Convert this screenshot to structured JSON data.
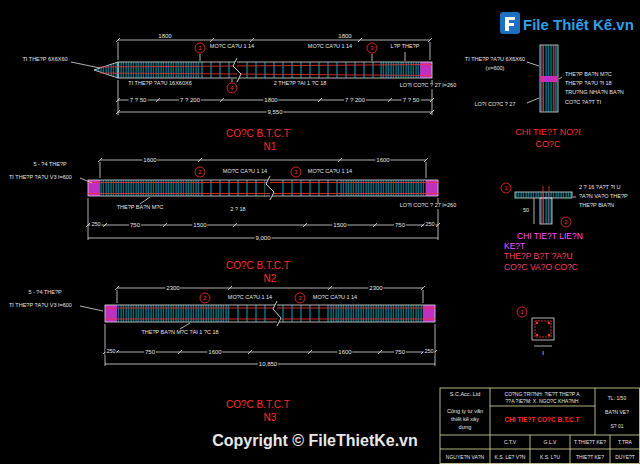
{
  "diagram": {
    "labels": [
      "File Thiết Kế.vn",
      "1800",
      "1800",
      "MO?C CA?U 1 14",
      "MO?C CA?U 1 14",
      "L?P THE?P",
      "TI THE?P 6X6X60",
      "TI THE?P ?A?U 16X60X6",
      "2 THE?P ?AI 1 ?C 18",
      "LO?I CO?C ? 27 I=260",
      "7 ? 50",
      "7 ? 200",
      "1800",
      "7 ? 200",
      "7 ? 50",
      "9,550",
      "CO?C B.T.C.T",
      "N1",
      "1",
      "3",
      "4",
      "1600",
      "1600",
      "5 - ?4 THE?P",
      "TI THE?P ?A?U V3 I=600",
      "MO?C CA?U 1 14",
      "MO?C CA?U 1 14",
      "THE?P BA?N M?C",
      "2 ? 18",
      "LO?I CO?C ? 27 I=260",
      "250",
      "750",
      "1500",
      "1500",
      "750",
      "250",
      "9,000",
      "CO?C B.T.C.T",
      "N2",
      "2",
      "3",
      "2300",
      "2300",
      "5 - ?4 THE?P",
      "TI THE?P ?A?U V3 I=600",
      "MO?C CA?U 1 14",
      "MO?C CA?U 1 14",
      "THE?P BA?N M?C ?AI 1 ?C 18",
      "250",
      "750",
      "1600",
      "1600",
      "750",
      "250",
      "10,850",
      "CO?C B.T.C.T",
      "N3",
      "2",
      "3",
      "TI THE?P ?A?U 6X6X60",
      "(x=600)",
      "THE?P BA?N M?C",
      "THE?P ?A?U ?I 18",
      "TRU?NG NHA?N BA?N",
      "LO?I CO?C ? 27",
      "CO?C ?A?T TI",
      "CHI TIE?T NO?I",
      "CO?C",
      "50",
      "2 ? 16 ?A?T ?I U",
      "?A?N VA?O THE?P",
      "THE?P BIA?N",
      "1",
      "2",
      "CHI TIE?T LIE?N",
      "KE?T",
      "THE?P B?T ?A?U",
      "CO?C VA?O CO?C",
      "1",
      "I",
      "S.C.Acc..Ltd",
      "CO?NG TRI?NH: ?IE?T THE?P A",
      "??A ?IE?M: X. NGO?C KHA?NH",
      "Công ty tư vấn",
      "thiết kế xây",
      "dựng",
      "CHI TIE?T CO?C B.T.C.T",
      "TL: 1/50",
      "BA?N VE?",
      "S? 01",
      "C.T.V",
      "G.L.V",
      "T.THIE?T KE?",
      "T.TRA",
      "NGUYE?N VA?N",
      "K.S. LE? V?N",
      "K.S. L?U",
      "THIE?T KE?",
      "DUYE?T",
      "Copyright © FileThietKe.vn"
    ]
  }
}
